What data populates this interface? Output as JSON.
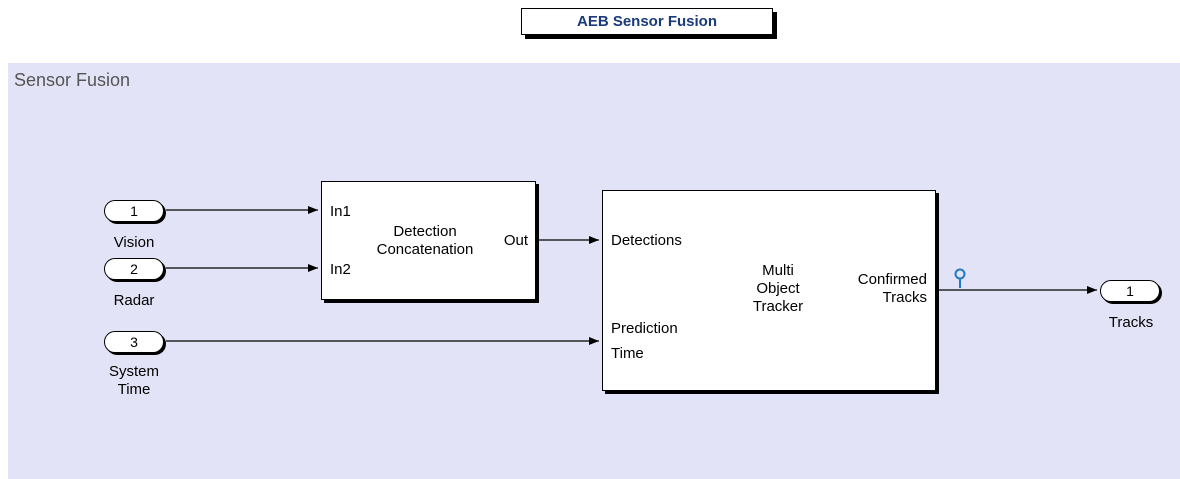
{
  "title": "AEB Sensor Fusion",
  "area_label": "Sensor Fusion",
  "inports": [
    {
      "number": "1",
      "label": "Vision"
    },
    {
      "number": "2",
      "label": "Radar"
    },
    {
      "number": "3",
      "label_line1": "System",
      "label_line2": "Time"
    }
  ],
  "outport": {
    "number": "1",
    "label": "Tracks"
  },
  "concat_block": {
    "in1": "In1",
    "in2": "In2",
    "out": "Out",
    "name_line1": "Detection",
    "name_line2": "Concatenation"
  },
  "tracker_block": {
    "in_detections": "Detections",
    "in_prediction_line1": "Prediction",
    "in_prediction_line2": "Time",
    "out_line1": "Confirmed",
    "out_line2": "Tracks",
    "name_line1": "Multi",
    "name_line2": "Object",
    "name_line3": "Tracker"
  },
  "colors": {
    "area_bg": "#e3e3f7",
    "title_text": "#1a3a7a",
    "probe": "#1f78c8"
  },
  "icons": {
    "signal_probe": "probe-icon"
  }
}
